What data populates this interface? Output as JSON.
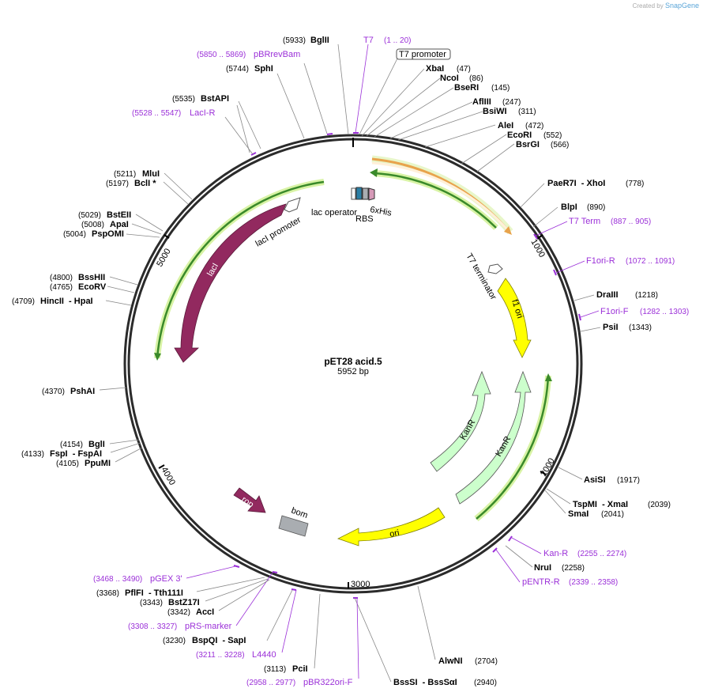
{
  "watermark": {
    "prefix": "Created by",
    "brand": "SnapGene"
  },
  "plasmid": {
    "name": "pET28 acid.5",
    "length_label": "5952 bp"
  },
  "ticks": [
    "1000",
    "2000",
    "3000",
    "4000",
    "5000"
  ],
  "enzymes_right": [
    {
      "name": "XbaI",
      "pos": "(47)"
    },
    {
      "name": "NcoI",
      "pos": "(86)"
    },
    {
      "name": "BseRI",
      "pos": "(145)"
    },
    {
      "name": "AflIII",
      "pos": "(247)"
    },
    {
      "name": "BsiWI",
      "pos": "(311)"
    },
    {
      "name": "AleI",
      "pos": "(472)"
    },
    {
      "name": "EcoRI",
      "pos": "(552)"
    },
    {
      "name": "BsrGI",
      "pos": "(566)"
    },
    {
      "name": "PaeR7I  - XhoI",
      "pos": "(778)"
    },
    {
      "name": "BlpI",
      "pos": "(890)"
    },
    {
      "name": "DraIII",
      "pos": "(1218)"
    },
    {
      "name": "PsiI",
      "pos": "(1343)"
    },
    {
      "name": "AsiSI",
      "pos": "(1917)"
    },
    {
      "name": "TspMI  - XmaI",
      "pos": "(2039)"
    },
    {
      "name": "SmaI",
      "pos": "(2041)"
    },
    {
      "name": "NruI",
      "pos": "(2258)"
    },
    {
      "name": "AlwNI",
      "pos": "(2704)"
    },
    {
      "name": "BssSI  - BssSαI",
      "pos": "(2940)"
    }
  ],
  "enzymes_left": [
    {
      "name": "BglII",
      "pos": "(5933)"
    },
    {
      "name": "SphI",
      "pos": "(5744)"
    },
    {
      "name": "BstAPI",
      "pos": "(5535)"
    },
    {
      "name": "MluI",
      "pos": "(5211)"
    },
    {
      "name": "BclI *",
      "pos": "(5197)"
    },
    {
      "name": "BstEII",
      "pos": "(5029)"
    },
    {
      "name": "ApaI",
      "pos": "(5008)"
    },
    {
      "name": "PspOMI",
      "pos": "(5004)"
    },
    {
      "name": "BssHII",
      "pos": "(4800)"
    },
    {
      "name": "EcoRV",
      "pos": "(4765)"
    },
    {
      "name": "HincII  - HpaI",
      "pos": "(4709)"
    },
    {
      "name": "PshAI",
      "pos": "(4370)"
    },
    {
      "name": "BglI",
      "pos": "(4154)"
    },
    {
      "name": "FspI  - FspAI",
      "pos": "(4133)"
    },
    {
      "name": "PpuMI",
      "pos": "(4105)"
    },
    {
      "name": "PflFI  - Tth111I",
      "pos": "(3368)"
    },
    {
      "name": "BstZ17I",
      "pos": "(3343)"
    },
    {
      "name": "AccI",
      "pos": "(3342)"
    },
    {
      "name": "BspQI  - SapI",
      "pos": "(3230)"
    },
    {
      "name": "PciI",
      "pos": "(3113)"
    }
  ],
  "primers": [
    {
      "name": "T7",
      "pos": "(1 .. 20)"
    },
    {
      "name": "pBRrevBam",
      "pos": "(5850 .. 5869)"
    },
    {
      "name": "LacI-R",
      "pos": "(5528 .. 5547)"
    },
    {
      "name": "T7 Term",
      "pos": "(887 .. 905)"
    },
    {
      "name": "F1ori-R",
      "pos": "(1072 .. 1091)"
    },
    {
      "name": "F1ori-F",
      "pos": "(1282 .. 1303)"
    },
    {
      "name": "Kan-R",
      "pos": "(2255 .. 2274)"
    },
    {
      "name": "pENTR-R",
      "pos": "(2339 .. 2358)"
    },
    {
      "name": "pGEX 3'",
      "pos": "(3468 .. 3490)"
    },
    {
      "name": "pRS-marker",
      "pos": "(3308 .. 3327)"
    },
    {
      "name": "L4440",
      "pos": "(3211 .. 3228)"
    },
    {
      "name": "pBR322ori-F",
      "pos": "(2958 .. 2977)"
    }
  ],
  "features": {
    "t7_promoter": "T7 promoter",
    "lac_operator": "lac operator",
    "rbs": "RBS",
    "his": "6xHis",
    "laci_promoter": "lacI promoter",
    "laci": "lacI",
    "t7_terminator": "T7 terminator",
    "f1_ori": "f1 ori",
    "kanr_a": "KanR",
    "kanr_b": "KanR",
    "rop": "rop",
    "bom": "bom",
    "ori": "ori"
  },
  "colors": {
    "backbone": "#2b2b2b",
    "primer": "#9b30d8",
    "laci": "#92295f",
    "f1_ori": "#ffff00",
    "kanr": "#ccffcc",
    "orf": "#3a8a2a",
    "orf_glow": "#d8f3a5",
    "bom": "#a9adb1",
    "t7": "#f2c77f"
  }
}
